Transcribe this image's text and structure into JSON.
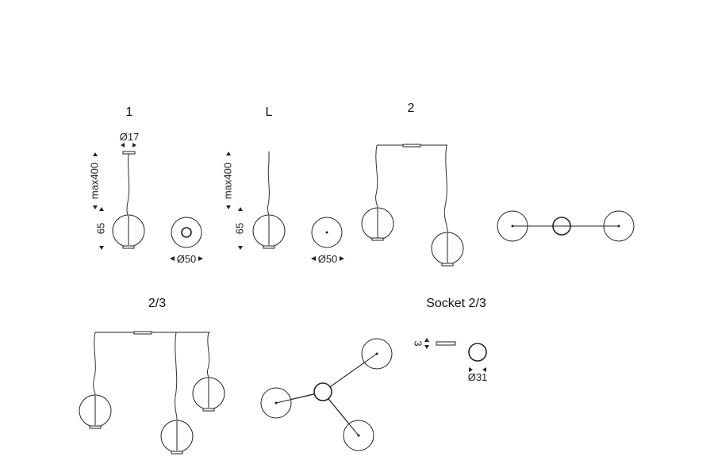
{
  "titles": {
    "v1": "1",
    "vL": "L",
    "v2": "2",
    "v23": "2/3",
    "socket": "Socket 2/3"
  },
  "dims": {
    "d17": "Ø17",
    "max400": "max400",
    "h65": "65",
    "d50": "Ø50",
    "h3": "3",
    "d31": "Ø31"
  }
}
